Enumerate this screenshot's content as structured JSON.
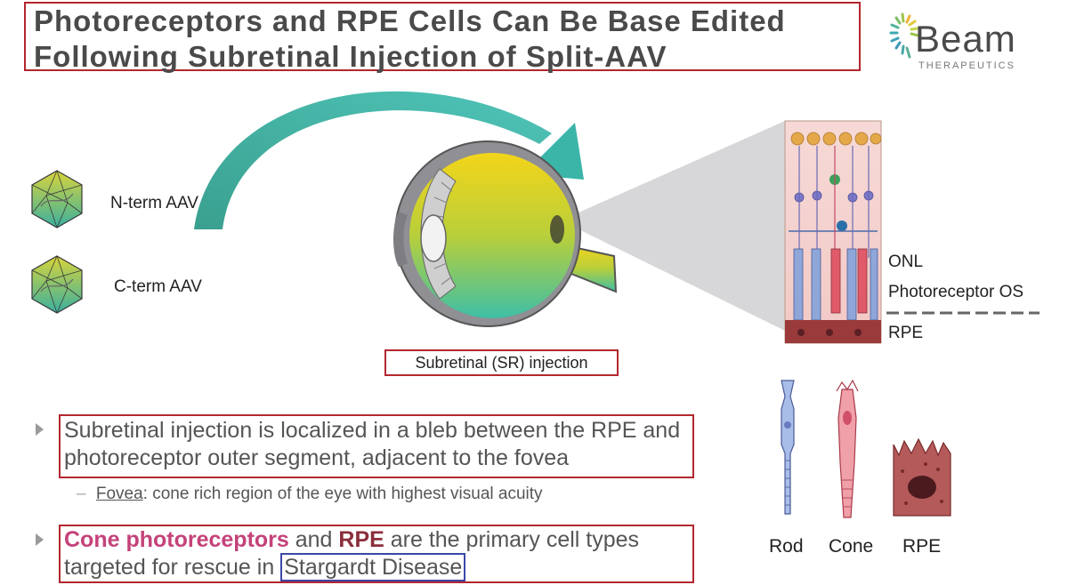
{
  "title": {
    "line1": "Photoreceptors and RPE Cells Can Be Base Edited",
    "line2": "Following Subretinal Injection of Split-AAV"
  },
  "logo": {
    "name": "Beam",
    "sub": "THERAPEUTICS",
    "icon": "beam-burst-icon"
  },
  "aav": {
    "n_term": "N-term AAV",
    "c_term": "C-term AAV",
    "icon": "aav-capsid-icon"
  },
  "eye": {
    "injection_label": "Subretinal (SR) injection"
  },
  "retina": {
    "labels": {
      "onl": "ONL",
      "os": "Photoreceptor OS",
      "rpe": "RPE"
    }
  },
  "cells": {
    "rod": "Rod",
    "cone": "Cone",
    "rpe": "RPE"
  },
  "bullets": {
    "b1": "Subretinal injection is localized in a bleb between the RPE and photoreceptor outer segment, adjacent to the fovea",
    "sub_dash": "–",
    "sub_term": "Fovea",
    "sub_rest": ": cone rich region of the eye with highest visual acuity",
    "b2_cone": "Cone photoreceptors",
    "b2_and": " and ",
    "b2_rpe": "RPE",
    "b2_rest": " are the primary cell types targeted for rescue in ",
    "b2_disease": "Stargardt Disease"
  },
  "colors": {
    "accent_red": "#b3272f",
    "teal": "#3fb3a5",
    "cone_pink": "#c4427a",
    "rpe_maroon": "#8a2e3b",
    "blue_box": "#3a48a8"
  }
}
